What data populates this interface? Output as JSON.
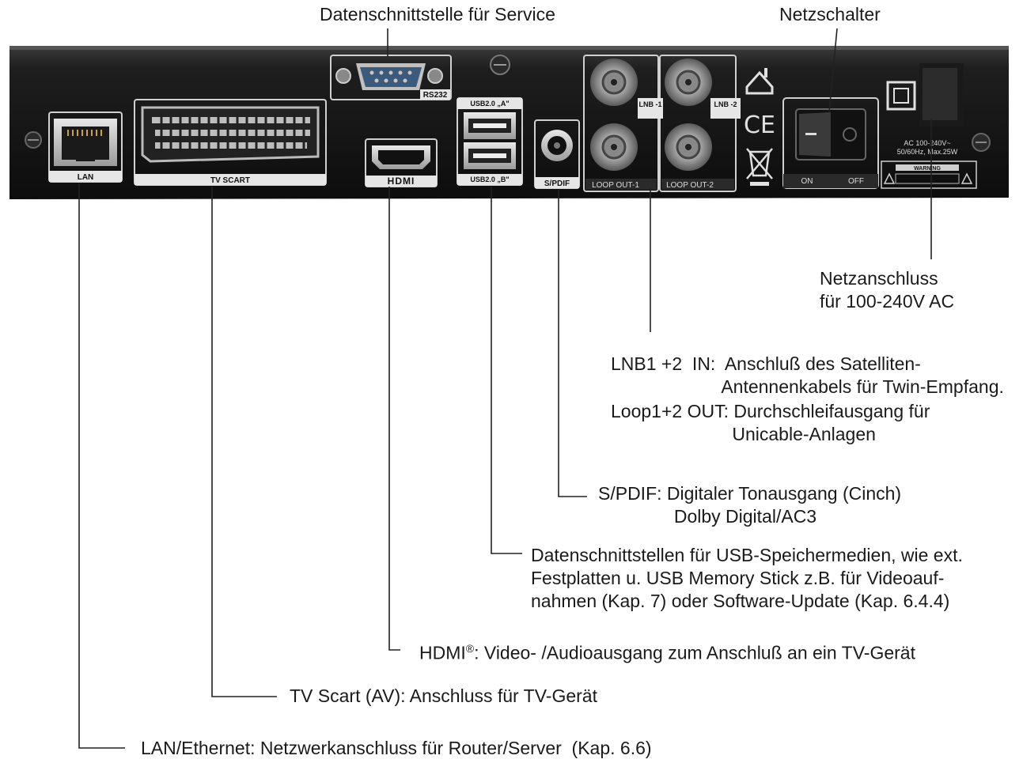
{
  "top_labels": {
    "service": "Datenschnittstelle für Service",
    "power_switch": "Netzschalter"
  },
  "device": {
    "lan": "LAN",
    "tv_scart": "TV SCART",
    "hdmi_logo": "HDMI",
    "rs232": "RS232",
    "usb_a": "USB2.0 „A\"",
    "usb_b": "USB2.0 „B\"",
    "spdif": "S/PDIF",
    "lnb1": "LNB -1",
    "lnb2": "LNB -2",
    "loop_out1": "LOOP OUT-1",
    "loop_out2": "LOOP OUT-2",
    "ce": "CE",
    "on": "ON",
    "off": "OFF",
    "ac_rating_line1": "AC 100-240V~",
    "ac_rating_line2": "50/60Hz, Max.25W",
    "warning": "WARNING"
  },
  "callouts": {
    "power_inlet": "Netzanschluss\nfür 100-240V AC",
    "lnb": "LNB1 +2  IN:  Anschluß des Satelliten-\n                      Antennenkabels für Twin-Empfang.",
    "loop": "Loop1+2 OUT: Durchschleifausgang für\n                        Unicable-Anlagen",
    "spdif": "S/PDIF: Digitaler Tonausgang (Cinch)\n               Dolby Digital/AC3",
    "usb": "Datenschnittstellen für USB-Speichermedien, wie ext.\nFestplatten u. USB Memory Stick z.B. für Videoauf-\nnahmen (Kap. 7) oder Software-Update (Kap. 6.4.4)",
    "hdmi_name": "HDMI",
    "hdmi_reg": "®",
    "hdmi_text": ": Video- /Audioausgang zum Anschluß an ein TV-Gerät",
    "scart": "TV Scart (AV): Anschluss für TV-Gerät",
    "lan": "LAN/Ethernet: Netzwerkanschluss für Router/Server  (Kap. 6.6)"
  }
}
